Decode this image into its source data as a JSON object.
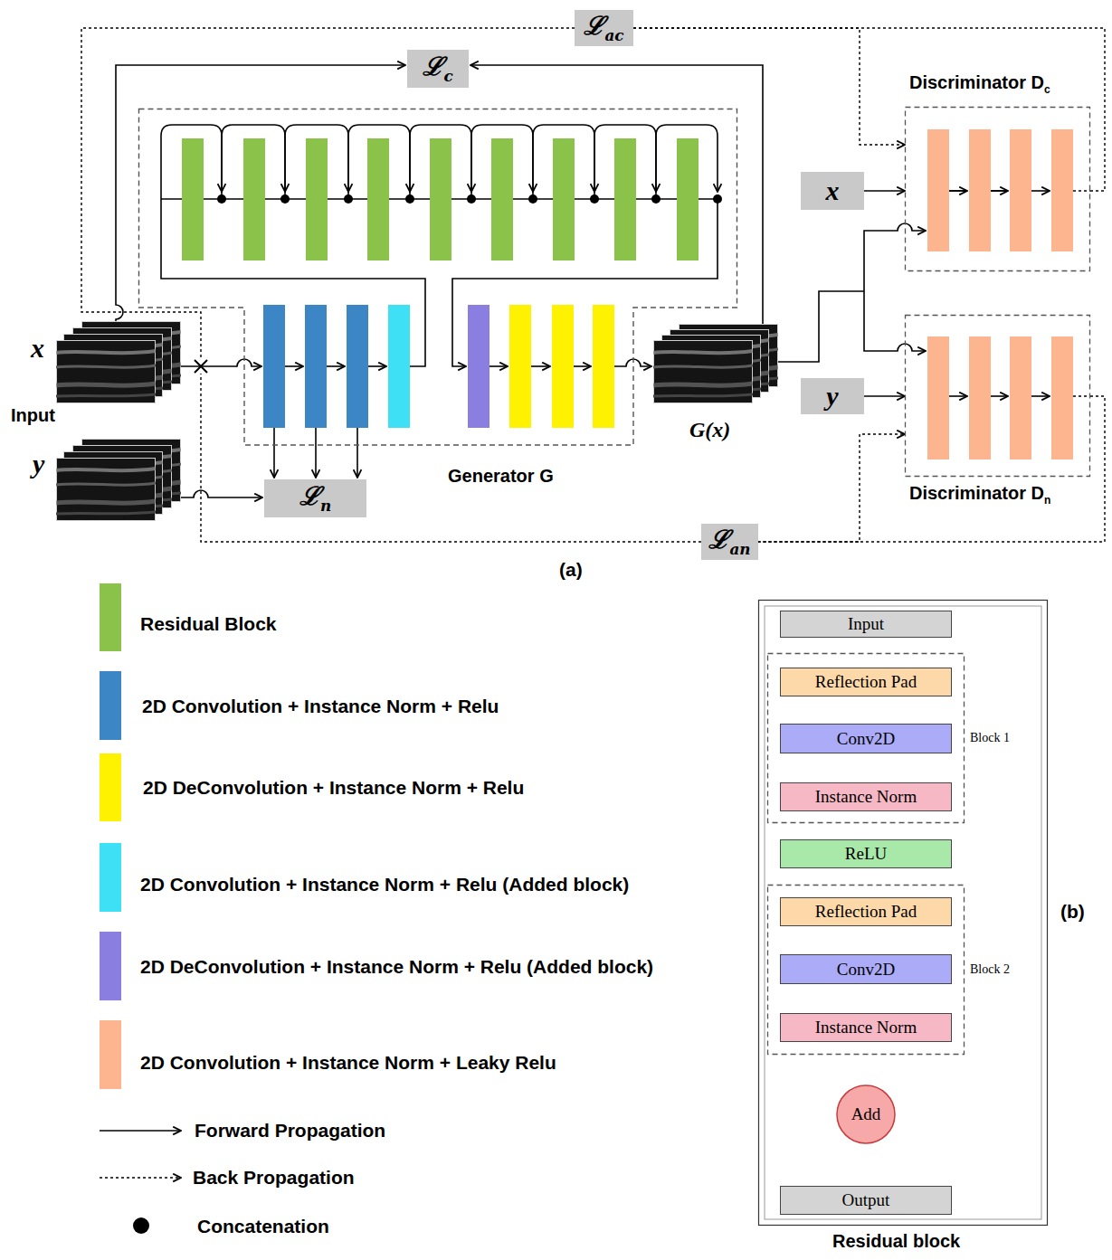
{
  "diagram": {
    "nodes": [
      {
        "text": [
          "ℒac"
        ]
      },
      {
        "text": [
          "ℒc"
        ]
      },
      {
        "text": [
          "Generator G"
        ]
      },
      {
        "text": [
          "ℒn"
        ]
      },
      {
        "text": [
          "x"
        ]
      },
      {
        "text": [
          "Discriminator Dc"
        ]
      },
      {
        "text": [
          "y"
        ]
      },
      {
        "text": [
          "Discriminator Dn"
        ]
      },
      {
        "text": [
          "ℒan"
        ]
      },
      {
        "text": [
          "Residual block"
        ]
      },
      {
        "text": [
          "Input"
        ],
        "in": 9
      },
      {
        "text": [
          "Block 1"
        ],
        "in": 9
      },
      {
        "text": [
          "Reflection Pad"
        ],
        "in": 11
      },
      {
        "text": [
          "Conv2D"
        ],
        "in": 11
      },
      {
        "text": [
          "Instance Norm"
        ],
        "in": 11
      },
      {
        "text": [
          "ReLU"
        ],
        "in": 9
      },
      {
        "text": [
          "Block 2"
        ],
        "in": 9
      },
      {
        "text": [
          "Reflection Pad"
        ],
        "in": 16
      },
      {
        "text": [
          "Conv2D"
        ],
        "in": 16
      },
      {
        "text": [
          "Instance Norm"
        ],
        "in": 16
      },
      {
        "text": [
          "Add"
        ],
        "in": 9
      },
      {
        "text": [
          "Output"
        ],
        "in": 9
      }
    ],
    "edges": [
      {
        "from": 4,
        "to": 5,
        "arrow": "to"
      },
      {
        "from": 6,
        "to": 7,
        "arrow": "to"
      },
      {
        "from": 0,
        "to": 5,
        "arrow": "to"
      },
      {
        "from": 5,
        "to": 0,
        "arrow": "none"
      },
      {
        "from": 8,
        "to": 7,
        "arrow": "to"
      },
      {
        "from": 7,
        "to": 8,
        "arrow": "none"
      },
      {
        "from": 10,
        "to": 12,
        "arrow": "to"
      },
      {
        "from": 12,
        "to": 13,
        "arrow": "to"
      },
      {
        "from": 13,
        "to": 14,
        "arrow": "to"
      },
      {
        "from": 14,
        "to": 15,
        "arrow": "to"
      },
      {
        "from": 15,
        "to": 17,
        "arrow": "to"
      },
      {
        "from": 17,
        "to": 18,
        "arrow": "to"
      },
      {
        "from": 18,
        "to": 19,
        "arrow": "to"
      },
      {
        "from": 19,
        "to": 20,
        "arrow": "to"
      },
      {
        "from": 10,
        "to": 20,
        "arrow": "to"
      },
      {
        "from": 20,
        "to": 21,
        "arrow": "to"
      }
    ],
    "labels": [
      "x",
      "Input",
      "y",
      "G(x)",
      "(a)",
      "(b)"
    ],
    "legend": [
      {
        "text": "Residual Block",
        "color": "#8bc34a"
      },
      {
        "text": "2D Convolution + Instance Norm + Relu",
        "color": "#3d86c6"
      },
      {
        "text": "2D DeConvolution + Instance Norm + Relu",
        "color": "#fff200"
      },
      {
        "text": "2D Convolution + Instance Norm + Relu (Added block)",
        "color": "#3de0f5"
      },
      {
        "text": "2D DeConvolution + Instance Norm + Relu (Added block)",
        "color": "#8a7fe0"
      },
      {
        "text": "2D Convolution + Instance Norm + Leaky Relu",
        "color": "#fcb58f"
      },
      {
        "text": "Forward Propagation"
      },
      {
        "text": "Back Propagation"
      },
      {
        "text": "Concatenation"
      }
    ]
  }
}
